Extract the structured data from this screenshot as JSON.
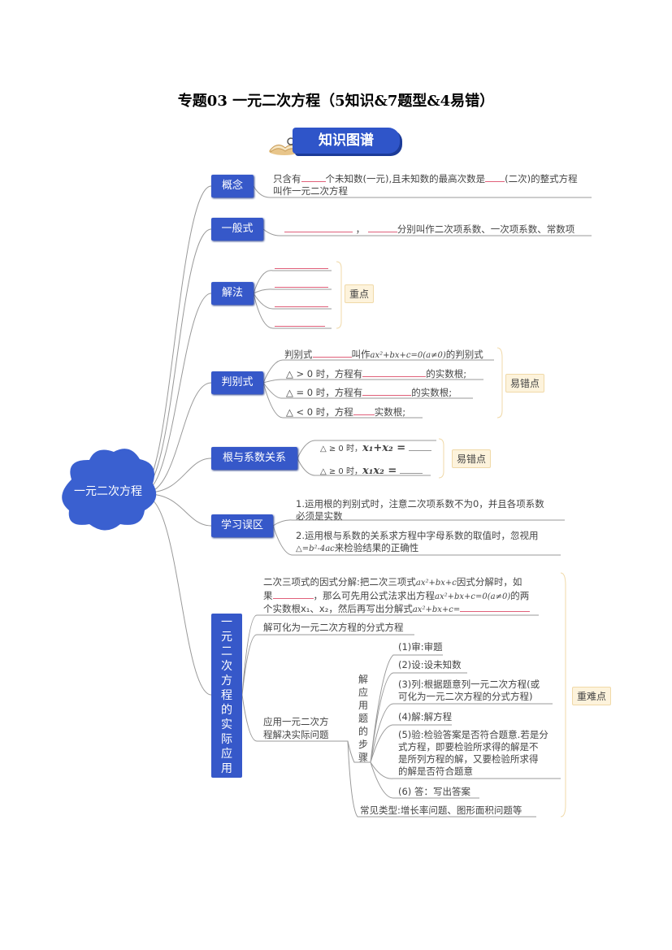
{
  "title": "专题03  一元二次方程（5知识&7题型&4易错）",
  "banner": "知识图谱",
  "center": "一元二次方程",
  "nodes": {
    "concept": {
      "label": "概念",
      "line1a": "只含有",
      "line1b": "个未知数(一元),且未知数的最高次数是",
      "line1c": "(二次)的整式方程",
      "line2": "叫作一元二次方程"
    },
    "general": {
      "label": "一般式",
      "sep": "，",
      "text": "分别叫作二次项系数、一次项系数、常数项"
    },
    "solve": {
      "label": "解法",
      "tag": "重点"
    },
    "disc": {
      "label": "判别式",
      "tag": "易错点",
      "r1a": "判别式",
      "r1b": "叫作",
      "r1m": "ax²+bx+c=0(a≠0)",
      "r1c": "的判别式",
      "r2a": "△ > 0 时，方程有",
      "r2b": "的实数根;",
      "r3a": "△ = 0 时，方程有",
      "r3b": "的实数根;",
      "r4a": "△ < 0 时，方程",
      "r4b": "实数根;"
    },
    "vieta": {
      "label": "根与系数关系",
      "tag": "易错点",
      "r1": "△ ≥ 0 时，",
      "r1m": "x₁+x₂ =",
      "r2": "△ ≥ 0 时，",
      "r2m": "x₁x₂ ="
    },
    "mistake": {
      "label": "学习误区",
      "r1a": "1.运用根的判别式时，注意二次项系数不为0，并且各项系数",
      "r1b": "必须是实数",
      "r2a": "2.运用根与系数的关系求方程中字母系数的取值时，忽视用",
      "r2m": "△=b²-4ac",
      "r2b": "来检验结果的正确性"
    },
    "app": {
      "label": "一元二次方程的实际应用",
      "tag": "重难点",
      "f1a": "二次三项式的因式分解:把二次三项式",
      "f1m": "ax²+bx+c",
      "f1b": "因式分解时，如",
      "f2a": "果",
      "f2b": "，那么可先用公式法求出方程",
      "f2m": "ax²+bx+c=0(a≠0)",
      "f2c": "的两",
      "f3a": "个实数根x₁、x₂，然后再写出分解式",
      "f3m": "ax²+bx+c=",
      "frac": "解可化为一元二次方程的分式方程",
      "apply1": "应用一元二次方",
      "apply2": "程解决实际问题",
      "steps_label": "解应用题的步骤",
      "steps": [
        "(1)审:审题",
        "(2)设:设未知数",
        "(3)列:根据题意列一元二次方程(或",
        "可化为一元二次方程的分式方程)",
        "(4)解:解方程",
        "(5)验:检验答案是否符合题意.若是分",
        "式方程，即要检验所求得的解是不",
        "是所列方程的解，又要检验所求得",
        "的解是否符合题意",
        "(6) 答：写出答案"
      ],
      "common": "常见类型:增长率问题、图形面积问题等"
    }
  },
  "colors": {
    "node": "#3658c9",
    "blank": "#e0607a",
    "tag": "#fdf3dc"
  }
}
